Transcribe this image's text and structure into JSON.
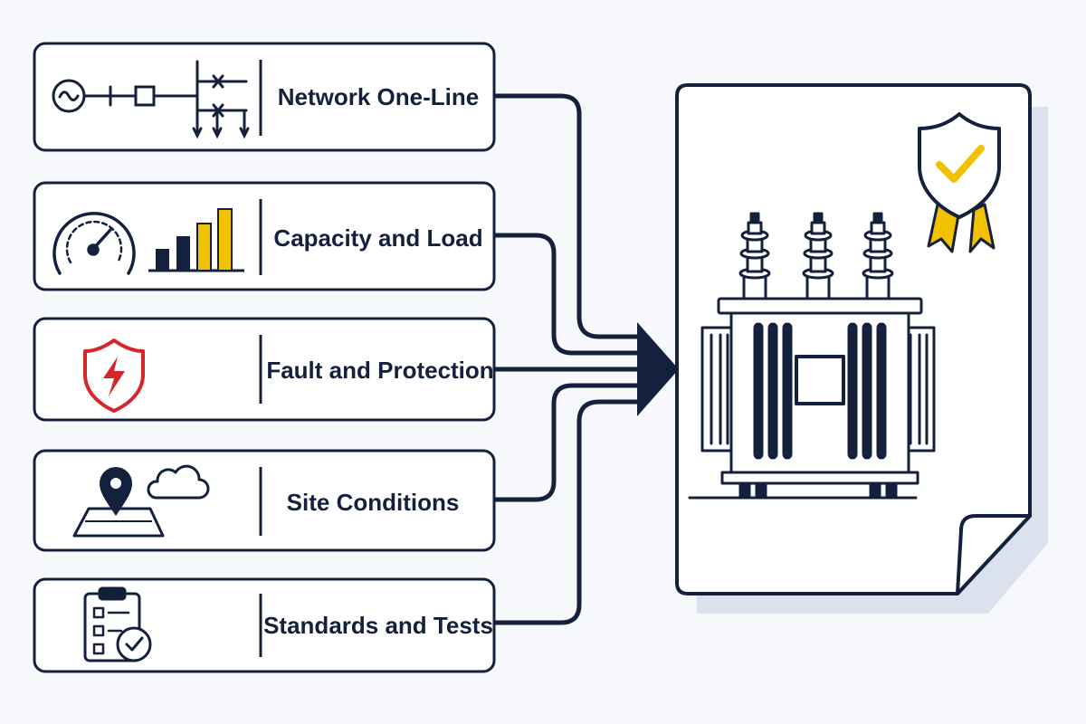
{
  "colors": {
    "navy": "#14213d",
    "yellow": "#f2c200",
    "red": "#d7262b",
    "shadow": "#dbe2ee",
    "panel": "#ffffff",
    "background": "#f7f8fb"
  },
  "inputs": [
    {
      "label": "Network One-Line",
      "icon": "one-line-diagram-icon"
    },
    {
      "label": "Capacity and Load",
      "icon": "gauge-and-bar-chart-icon"
    },
    {
      "label": "Fault and Protection",
      "icon": "shield-lightning-icon"
    },
    {
      "label": "Site Conditions",
      "icon": "map-pin-cloud-icon"
    },
    {
      "label": "Standards and Tests",
      "icon": "clipboard-check-icon"
    }
  ],
  "output": {
    "icon": "transformer-icon",
    "badge_icon": "certified-shield-badge-icon",
    "document_icon": "document-page-icon"
  }
}
